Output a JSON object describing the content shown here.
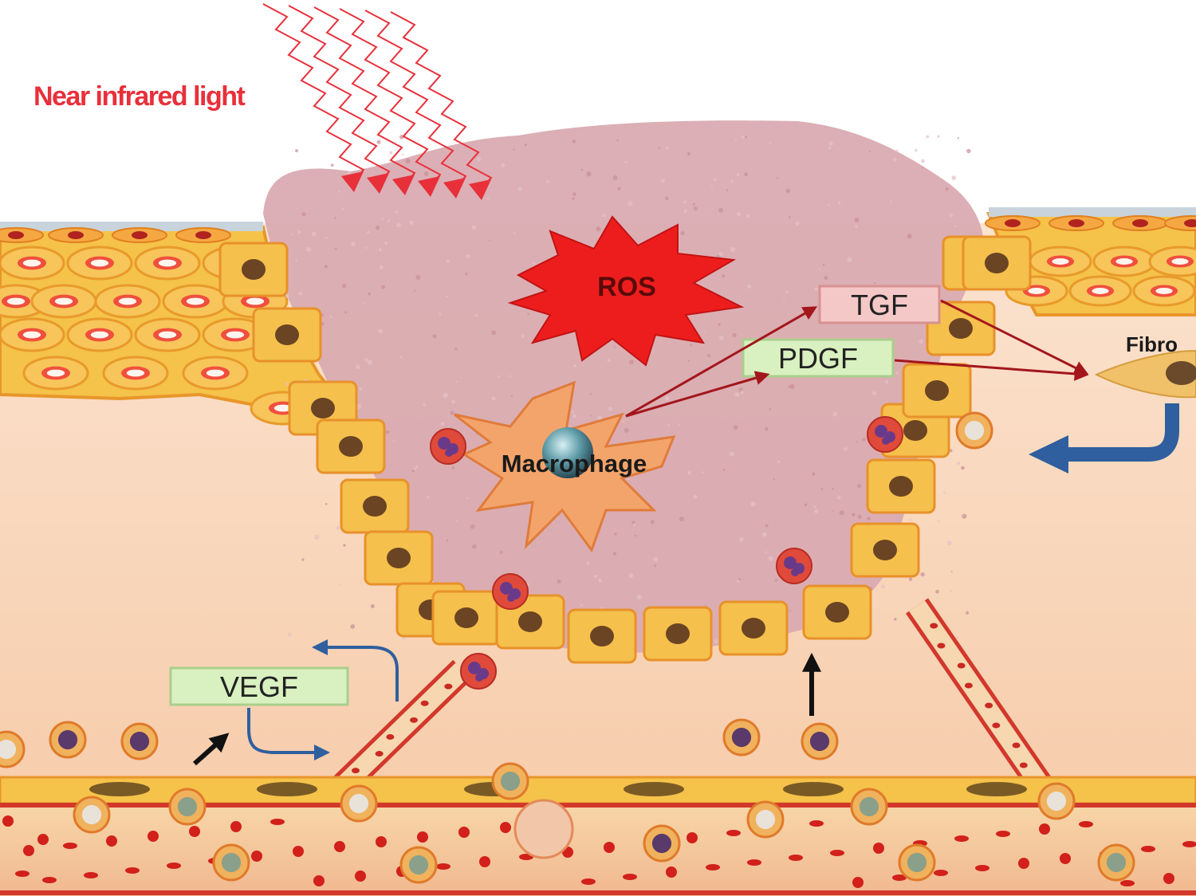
{
  "labels": {
    "light": "Near infrared light",
    "ros": "ROS",
    "macrophage": "Macrophage",
    "tgf": "TGF",
    "pdgf": "PDGF",
    "vegf": "VEGF",
    "fibroblast": "Fibro"
  },
  "colors": {
    "background": "#ffffff",
    "wound_tissue": "#d7a9b0",
    "dermis": "#f8d2b4",
    "epidermis": "#f2b22e",
    "ros_burst": "#ee1d1d",
    "light_waves": "#e8303b",
    "arrow_red": "#a3161c",
    "arrow_blue": "#2f5f9e",
    "tgf_box": "#f5c8c8",
    "growth_factor_box": "#d9f0c0",
    "blood_vessel": "#d2382b"
  }
}
